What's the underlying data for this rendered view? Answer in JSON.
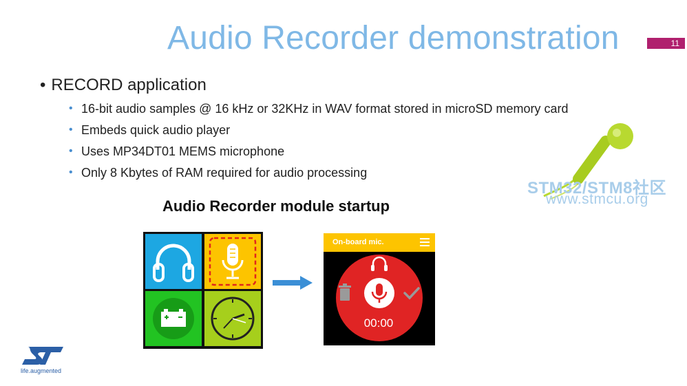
{
  "slide": {
    "title": "Audio Recorder demonstration",
    "page_number": "11",
    "main_bullet": "RECORD application",
    "sub_bullets": [
      "16-bit audio samples @ 16 kHz or 32KHz in WAV format stored in microSD memory card",
      "Embeds quick audio player",
      "Uses MP34DT01 MEMS microphone",
      "Only 8 Kbytes of RAM required for audio processing"
    ],
    "section_heading": "Audio Recorder module startup"
  },
  "tile_grid": {
    "tiles": [
      {
        "icon": "headphones-icon",
        "color": "#1da7e2"
      },
      {
        "icon": "microphone-icon",
        "color": "#fdc400",
        "selected": true
      },
      {
        "icon": "battery-icon",
        "color": "#22c322"
      },
      {
        "icon": "clock-icon",
        "color": "#a6cf1c"
      }
    ]
  },
  "device_screen": {
    "header_label": "On-board mic.",
    "timer": "00:00",
    "accent_color": "#fdc400",
    "record_color": "#e02424",
    "icons": [
      "menu-icon",
      "headphones-icon",
      "trash-icon",
      "microphone-icon",
      "check-icon"
    ]
  },
  "watermark": {
    "line1": "STM32/STM8社区",
    "line2": "www.stmcu.org"
  },
  "logo": {
    "tagline": "life.augmented"
  },
  "colors": {
    "title": "#7fb8e6",
    "page_badge": "#b0206e",
    "sub_bullet_marker": "#4a8fd0"
  }
}
